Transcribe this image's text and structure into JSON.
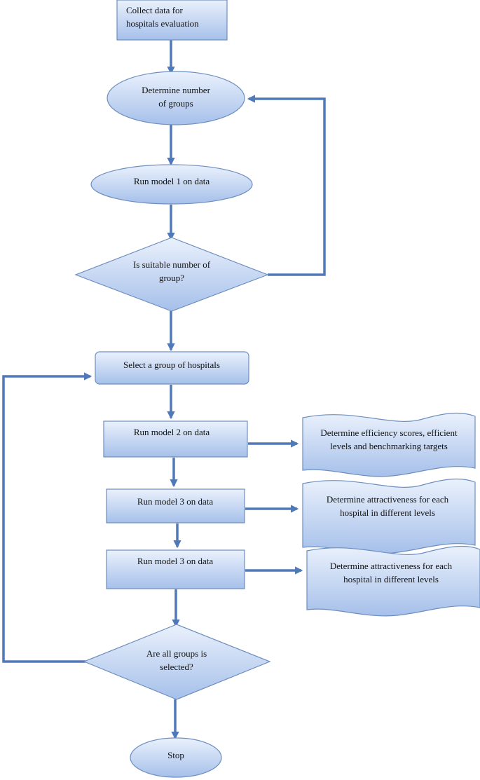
{
  "nodes": {
    "collect_data": {
      "lines": [
        "Collect data for",
        "hospitals evaluation"
      ]
    },
    "determine_groups": {
      "lines": [
        "Determine number",
        "of groups"
      ]
    },
    "run_model1": {
      "lines": [
        "Run model 1 on data"
      ]
    },
    "suitable_decision": {
      "lines": [
        "Is suitable number of",
        "group?"
      ]
    },
    "select_group": {
      "lines": [
        "Select a group of hospitals"
      ]
    },
    "run_model2": {
      "lines": [
        "Run model 2 on data"
      ]
    },
    "run_model3_a": {
      "lines": [
        "Run model 3 on data"
      ]
    },
    "run_model3_b": {
      "lines": [
        "Run model 3 on data"
      ]
    },
    "efficiency_doc": {
      "lines": [
        "Determine efficiency scores, efficient",
        "levels and benchmarking targets"
      ]
    },
    "attractiveness_doc_a": {
      "lines": [
        "Determine attractiveness for each",
        "hospital in different levels"
      ]
    },
    "attractiveness_doc_b": {
      "lines": [
        "Determine attractiveness for each",
        "hospital in different levels"
      ]
    },
    "all_groups_decision": {
      "lines": [
        "Are all groups is",
        "selected?"
      ]
    },
    "stop": {
      "lines": [
        "Stop"
      ]
    }
  },
  "edges": [
    {
      "from": "collect_data",
      "to": "determine_groups"
    },
    {
      "from": "determine_groups",
      "to": "run_model1"
    },
    {
      "from": "run_model1",
      "to": "suitable_decision"
    },
    {
      "from": "suitable_decision",
      "to": "determine_groups"
    },
    {
      "from": "suitable_decision",
      "to": "select_group"
    },
    {
      "from": "select_group",
      "to": "run_model2"
    },
    {
      "from": "run_model2",
      "to": "efficiency_doc"
    },
    {
      "from": "run_model2",
      "to": "run_model3_a"
    },
    {
      "from": "run_model3_a",
      "to": "attractiveness_doc_a"
    },
    {
      "from": "run_model3_a",
      "to": "run_model3_b"
    },
    {
      "from": "run_model3_b",
      "to": "attractiveness_doc_b"
    },
    {
      "from": "run_model3_b",
      "to": "all_groups_decision"
    },
    {
      "from": "all_groups_decision",
      "to": "select_group"
    },
    {
      "from": "all_groups_decision",
      "to": "stop"
    }
  ],
  "colors": {
    "fill_light": "#eaf1fc",
    "fill_dark": "#a6c0ea",
    "stroke": "#6d8ebf",
    "connector": "#4f79b8",
    "text": "#111111"
  }
}
